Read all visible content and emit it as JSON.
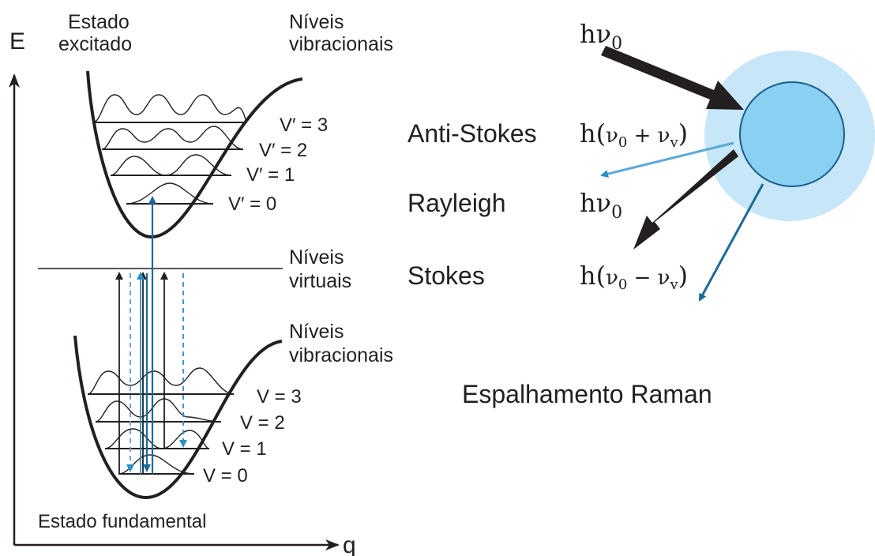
{
  "axes": {
    "y_label": "E",
    "x_label": "q"
  },
  "excited": {
    "state_label_1": "Estado",
    "state_label_2": "excitado",
    "levels_label_1": "Níveis",
    "levels_label_2": "vibracionais",
    "levels": [
      "V′ = 3",
      "V′ = 2",
      "V′ = 1",
      "V′ = 0"
    ]
  },
  "virtual": {
    "label_1": "Níveis",
    "label_2": "virtuais"
  },
  "ground": {
    "levels_label_1": "Níveis",
    "levels_label_2": "vibracionais",
    "levels": [
      "V = 3",
      "V = 2",
      "V = 1",
      "V = 0"
    ],
    "state_label": "Estado fundamental"
  },
  "scattering": {
    "incident": "hν",
    "incident_sub": "0",
    "rows": [
      {
        "name": "Anti-Stokes",
        "h": "h(",
        "nu": "ν",
        "sub0": "0",
        "op": " + ν",
        "subv": "v",
        "close": ")"
      },
      {
        "name": "Rayleigh",
        "h": "hν",
        "sub0": "0"
      },
      {
        "name": "Stokes",
        "h": "h(",
        "nu": "ν",
        "sub0": "0",
        "op": " − ν",
        "subv": "v",
        "close": ")"
      }
    ],
    "title": "Espalhamento Raman"
  },
  "colors": {
    "black": "#231f20",
    "dark_blue": "#1a6a96",
    "mid_blue": "#2a8fc4",
    "light_blue": "#5aa9da",
    "steel_blue": "#6a9bb8",
    "halo": "#c7e6f8",
    "molecule": "#8ad0f3"
  }
}
